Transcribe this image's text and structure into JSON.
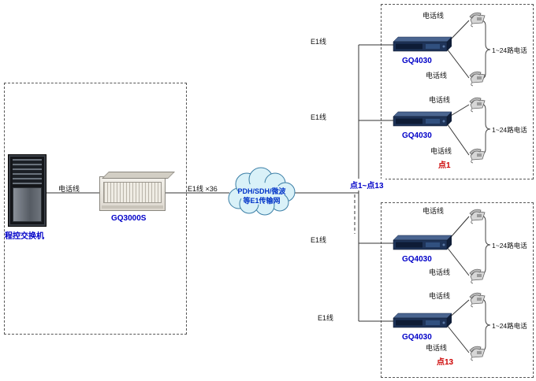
{
  "left_group": {
    "switch_label": "程控交换机",
    "chassis_label": "GQ3000S"
  },
  "labels": {
    "phone_line": "电话线",
    "e1": "E1线",
    "e1_x36": "E1线 ×36",
    "sites_range": "点1~点13",
    "phones_group": "1~24路电话",
    "device": "GQ4030"
  },
  "cloud": {
    "line1": "PDH/SDH/微波",
    "line2": "等E1传输网"
  },
  "sites": [
    {
      "name": "点1"
    },
    {
      "name": "点13"
    }
  ],
  "colors": {
    "device_label_blue": "#0000c8",
    "site_label_red": "#cc0000",
    "cloud_fill": "#d9f1f8",
    "cloud_stroke": "#3a7ea6",
    "wire": "#333333"
  }
}
